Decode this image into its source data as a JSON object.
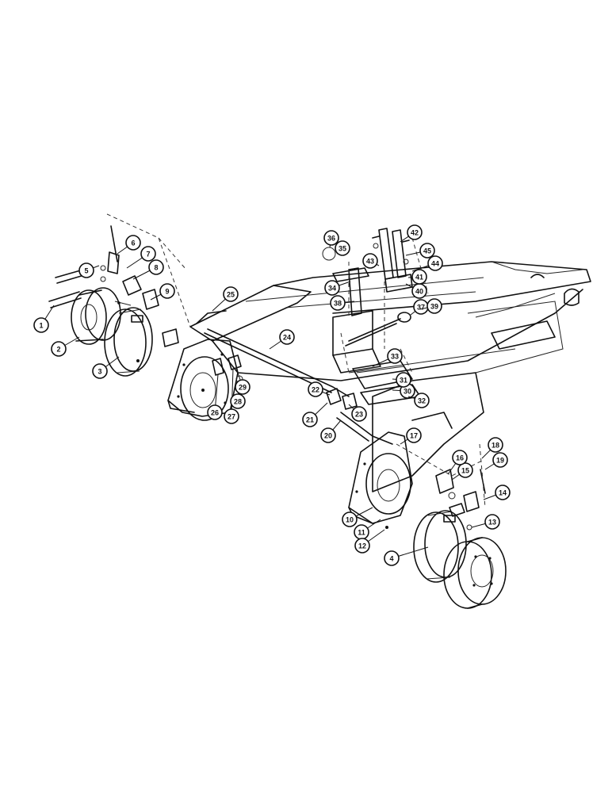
{
  "callouts": [
    {
      "label": "1"
    },
    {
      "label": "2"
    },
    {
      "label": "3"
    },
    {
      "label": "4"
    },
    {
      "label": "5"
    },
    {
      "label": "6"
    },
    {
      "label": "7"
    },
    {
      "label": "8"
    },
    {
      "label": "9"
    },
    {
      "label": "10"
    },
    {
      "label": "11"
    },
    {
      "label": "12"
    },
    {
      "label": "13"
    },
    {
      "label": "14"
    },
    {
      "label": "15"
    },
    {
      "label": "16"
    },
    {
      "label": "17"
    },
    {
      "label": "18"
    },
    {
      "label": "19"
    },
    {
      "label": "20"
    },
    {
      "label": "21"
    },
    {
      "label": "22"
    },
    {
      "label": "23"
    },
    {
      "label": "24"
    },
    {
      "label": "25"
    },
    {
      "label": "26"
    },
    {
      "label": "27"
    },
    {
      "label": "28"
    },
    {
      "label": "29"
    },
    {
      "label": "30"
    },
    {
      "label": "31"
    },
    {
      "label": "32"
    },
    {
      "label": "33"
    },
    {
      "label": "34"
    },
    {
      "label": "35"
    },
    {
      "label": "36"
    },
    {
      "label": "37"
    },
    {
      "label": "38"
    },
    {
      "label": "39"
    },
    {
      "label": "40"
    },
    {
      "label": "41"
    },
    {
      "label": "42"
    },
    {
      "label": "43"
    },
    {
      "label": "44"
    },
    {
      "label": "45"
    }
  ]
}
